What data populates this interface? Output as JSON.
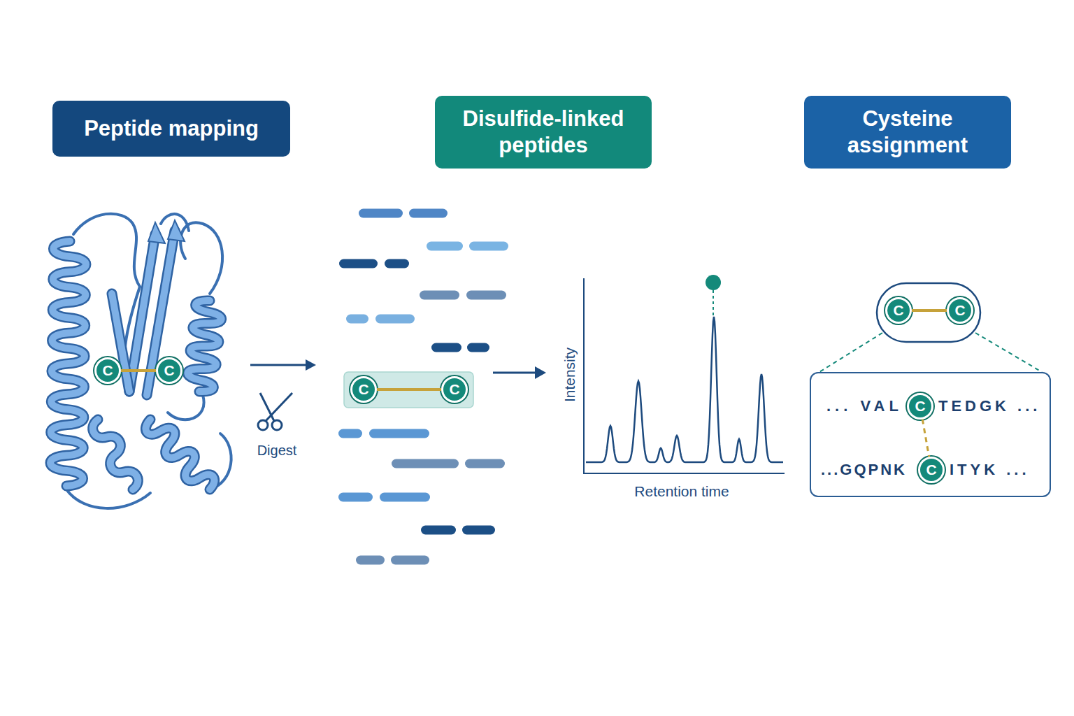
{
  "diagram": {
    "nodes": [
      {
        "text": [
          "Peptide mapping"
        ]
      },
      {
        "text": [
          "Disulfide-linked peptides"
        ]
      },
      {
        "text": [
          "Cysteine assignment"
        ]
      },
      {
        "text": [
          "C"
        ]
      },
      {
        "text": [
          "C"
        ]
      },
      {
        "text": [
          "C"
        ]
      },
      {
        "text": [
          "C"
        ]
      },
      {
        "text": [
          "C"
        ]
      },
      {
        "text": [
          "C"
        ]
      },
      {
        "text": [
          "... VAL",
          "TEDGK ...",
          "...GQPNK",
          "ITYK ..."
        ]
      },
      {
        "text": [
          "C"
        ],
        "in": 9
      },
      {
        "text": [
          "C"
        ],
        "in": 9
      }
    ],
    "edges": [
      {
        "from": 3,
        "to": 4,
        "arrow": "none"
      },
      {
        "from": 5,
        "to": 6,
        "arrow": "none"
      },
      {
        "from": 7,
        "to": 8,
        "arrow": "none"
      },
      {
        "from": 10,
        "to": 11,
        "arrow": "none"
      }
    ],
    "labels": [
      "Digest",
      "Intensity",
      "Retention time"
    ]
  }
}
